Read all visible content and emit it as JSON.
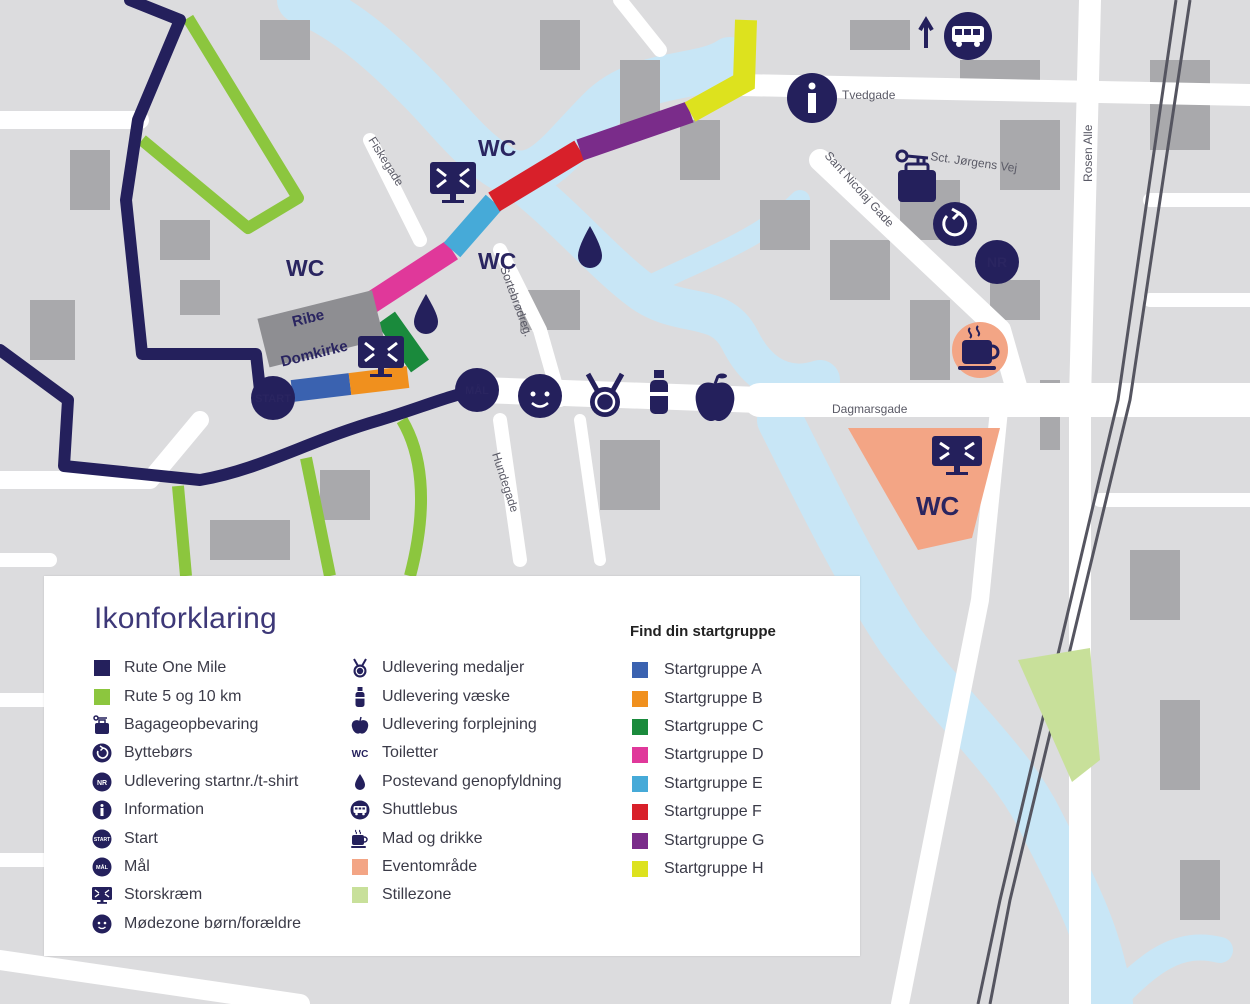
{
  "map": {
    "streets": [
      "Tvedgade",
      "Sct. Jørgens Vej",
      "Sant Nicolaj Gade",
      "Rosen Alle",
      "Fiskegade",
      "Sortebrødreg.",
      "Hundegade",
      "Dagmarsgade"
    ],
    "landmark": [
      "Ribe",
      "Domkirke"
    ],
    "pins": {
      "start": "START",
      "finish": "MÅL",
      "number_pickup": "NR",
      "wc": "WC"
    }
  },
  "legend": {
    "title": "Ikonforklaring",
    "icons_left": [
      {
        "icon": "square-navy",
        "label": "Rute One Mile"
      },
      {
        "icon": "square-green",
        "label": "Rute 5 og 10 km"
      },
      {
        "icon": "luggage-icon",
        "label": "Bagageopbevaring"
      },
      {
        "icon": "swap-icon",
        "label": "Byttebørs"
      },
      {
        "icon": "nr-icon",
        "label": "Udlevering startnr./t-shirt"
      },
      {
        "icon": "info-icon",
        "label": "Information"
      },
      {
        "icon": "start-icon",
        "label": "Start"
      },
      {
        "icon": "finish-icon",
        "label": "Mål"
      },
      {
        "icon": "screen-icon",
        "label": "Storskræm"
      },
      {
        "icon": "child-icon",
        "label": "Mødezone børn/forældre"
      }
    ],
    "icons_right": [
      {
        "icon": "medal-icon",
        "label": "Udlevering medaljer"
      },
      {
        "icon": "bottle-icon",
        "label": "Udlevering væske"
      },
      {
        "icon": "apple-icon",
        "label": "Udlevering forplejning"
      },
      {
        "icon": "wc-icon",
        "label": "Toiletter"
      },
      {
        "icon": "drop-icon",
        "label": "Postevand genopfyldning"
      },
      {
        "icon": "bus-icon",
        "label": "Shuttlebus"
      },
      {
        "icon": "cup-icon",
        "label": "Mad og drikke"
      },
      {
        "icon": "square-salmon",
        "label": "Eventområde"
      },
      {
        "icon": "square-lightgreen",
        "label": "Stillezone"
      }
    ],
    "groups_title": "Find din startgruppe",
    "groups": [
      {
        "label": "Startgruppe A",
        "color": "#3a62b0"
      },
      {
        "label": "Startgruppe B",
        "color": "#f0901e"
      },
      {
        "label": "Startgruppe C",
        "color": "#1a8a3c"
      },
      {
        "label": "Startgruppe D",
        "color": "#e0389a"
      },
      {
        "label": "Startgruppe E",
        "color": "#46aad8"
      },
      {
        "label": "Startgruppe F",
        "color": "#d8202a"
      },
      {
        "label": "Startgruppe G",
        "color": "#7a2c8a"
      },
      {
        "label": "Startgruppe H",
        "color": "#dde21e"
      }
    ]
  },
  "colors": {
    "route_one_mile": "#24205c",
    "route_5_10": "#8cc63e",
    "event_area": "#f3a585",
    "quiet_zone": "#c8e09a",
    "water": "#c8e6f6",
    "road": "#ffffff",
    "building": "#a9a9ac",
    "block": "#dcdcde"
  }
}
